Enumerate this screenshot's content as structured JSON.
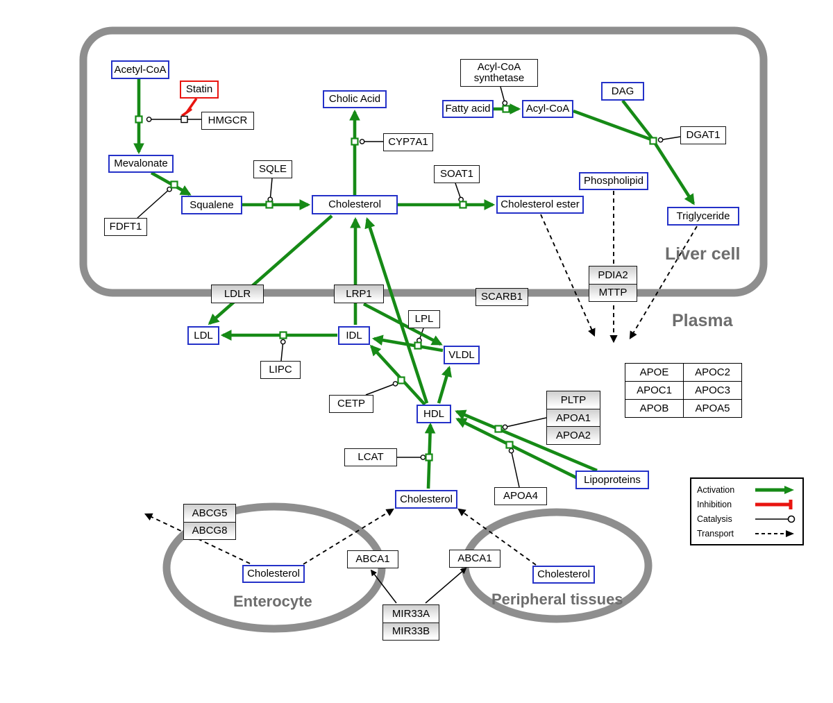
{
  "compartments": {
    "liver": "Liver cell",
    "plasma": "Plasma",
    "enterocyte": "Enterocyte",
    "peripheral": "Peripheral tissues"
  },
  "nodes": {
    "acetyl_coa": "Acetyl-CoA",
    "mevalonate": "Mevalonate",
    "squalene": "Squalene",
    "cholesterol_liver": "Cholesterol",
    "cholic_acid": "Cholic Acid",
    "fatty_acid": "Fatty acid",
    "acyl_coa": "Acyl-CoA",
    "dag": "DAG",
    "phospholipid": "Phospholipid",
    "cholesterol_ester": "Cholesterol ester",
    "triglyceride": "Triglyceride",
    "ldl": "LDL",
    "idl": "IDL",
    "vldl": "VLDL",
    "hdl": "HDL",
    "cholesterol_plasma": "Cholesterol",
    "cholesterol_enterocyte": "Cholesterol",
    "cholesterol_peripheral": "Cholesterol",
    "lipoproteins": "Lipoproteins"
  },
  "inhibitors": {
    "statin": "Statin"
  },
  "enzymes": {
    "hmgcr": "HMGCR",
    "sqle": "SQLE",
    "fdft1": "FDFT1",
    "cyp7a1": "CYP7A1",
    "soat1": "SOAT1",
    "acyl_coa_synthetase": "Acyl-CoA synthetase",
    "dgat1": "DGAT1",
    "pdia2": "PDIA2",
    "mttp": "MTTP",
    "ldlr": "LDLR",
    "lrp1": "LRP1",
    "scarb1": "SCARB1",
    "lpl": "LPL",
    "lipc": "LIPC",
    "cetp": "CETP",
    "lcat": "LCAT",
    "pltp": "PLTP",
    "apoa1": "APOA1",
    "apoa2": "APOA2",
    "apoa4": "APOA4",
    "abcg5": "ABCG5",
    "abcg8": "ABCG8",
    "abca1_enterocyte": "ABCA1",
    "abca1_peripheral": "ABCA1",
    "mir33a": "MIR33A",
    "mir33b": "MIR33B"
  },
  "apo_table": {
    "cells": [
      [
        "APOE",
        "APOC2"
      ],
      [
        "APOC1",
        "APOC3"
      ],
      [
        "APOB",
        "APOA5"
      ]
    ]
  },
  "legend": {
    "activation": "Activation",
    "inhibition": "Inhibition",
    "catalysis": "Catalysis",
    "transport": "Transport"
  },
  "colors": {
    "activation_green": "#168a16",
    "inhibition_red": "#e8140f",
    "metabolite_border_blue": "#2431c8",
    "compartment_gray": "#8e8e8e"
  }
}
